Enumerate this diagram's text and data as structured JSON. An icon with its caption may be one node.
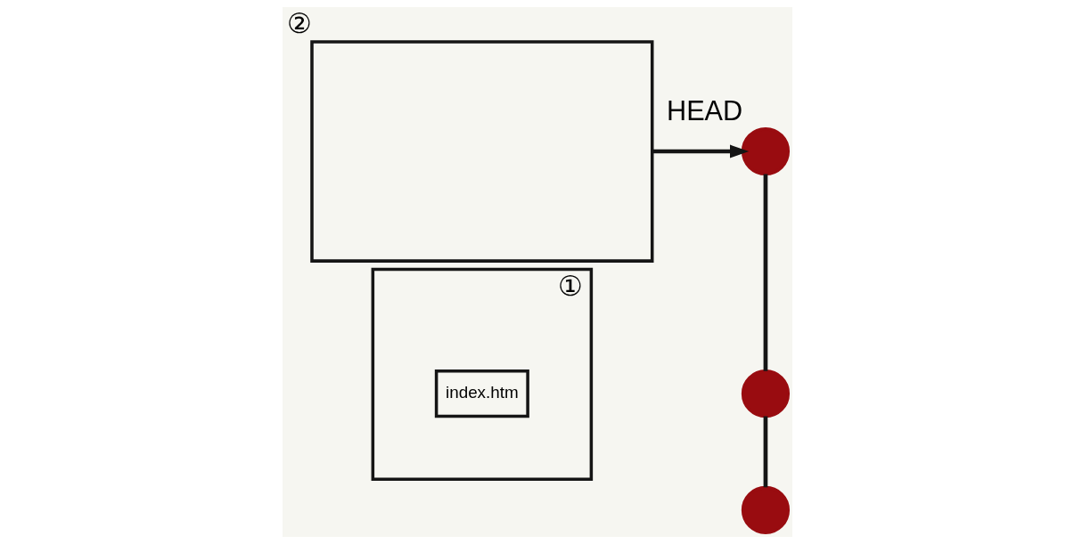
{
  "diagram": {
    "nodes": [
      {
        "text": [],
        "shape": "box",
        "beside": [
          "②"
        ]
      },
      {
        "text": [],
        "shape": "box",
        "beside": [
          "①"
        ]
      },
      {
        "text": [
          "index.htm"
        ],
        "in": 1
      },
      {
        "text": [],
        "shape": "circle",
        "beside": [
          "HEAD"
        ]
      },
      {
        "text": [],
        "shape": "circle"
      },
      {
        "text": [],
        "shape": "circle"
      }
    ],
    "edges": [
      {
        "from": 0,
        "to": 3,
        "arrow": "to"
      },
      {
        "from": 3,
        "to": 4,
        "arrow": "none"
      },
      {
        "from": 4,
        "to": 5,
        "arrow": "none"
      }
    ]
  }
}
